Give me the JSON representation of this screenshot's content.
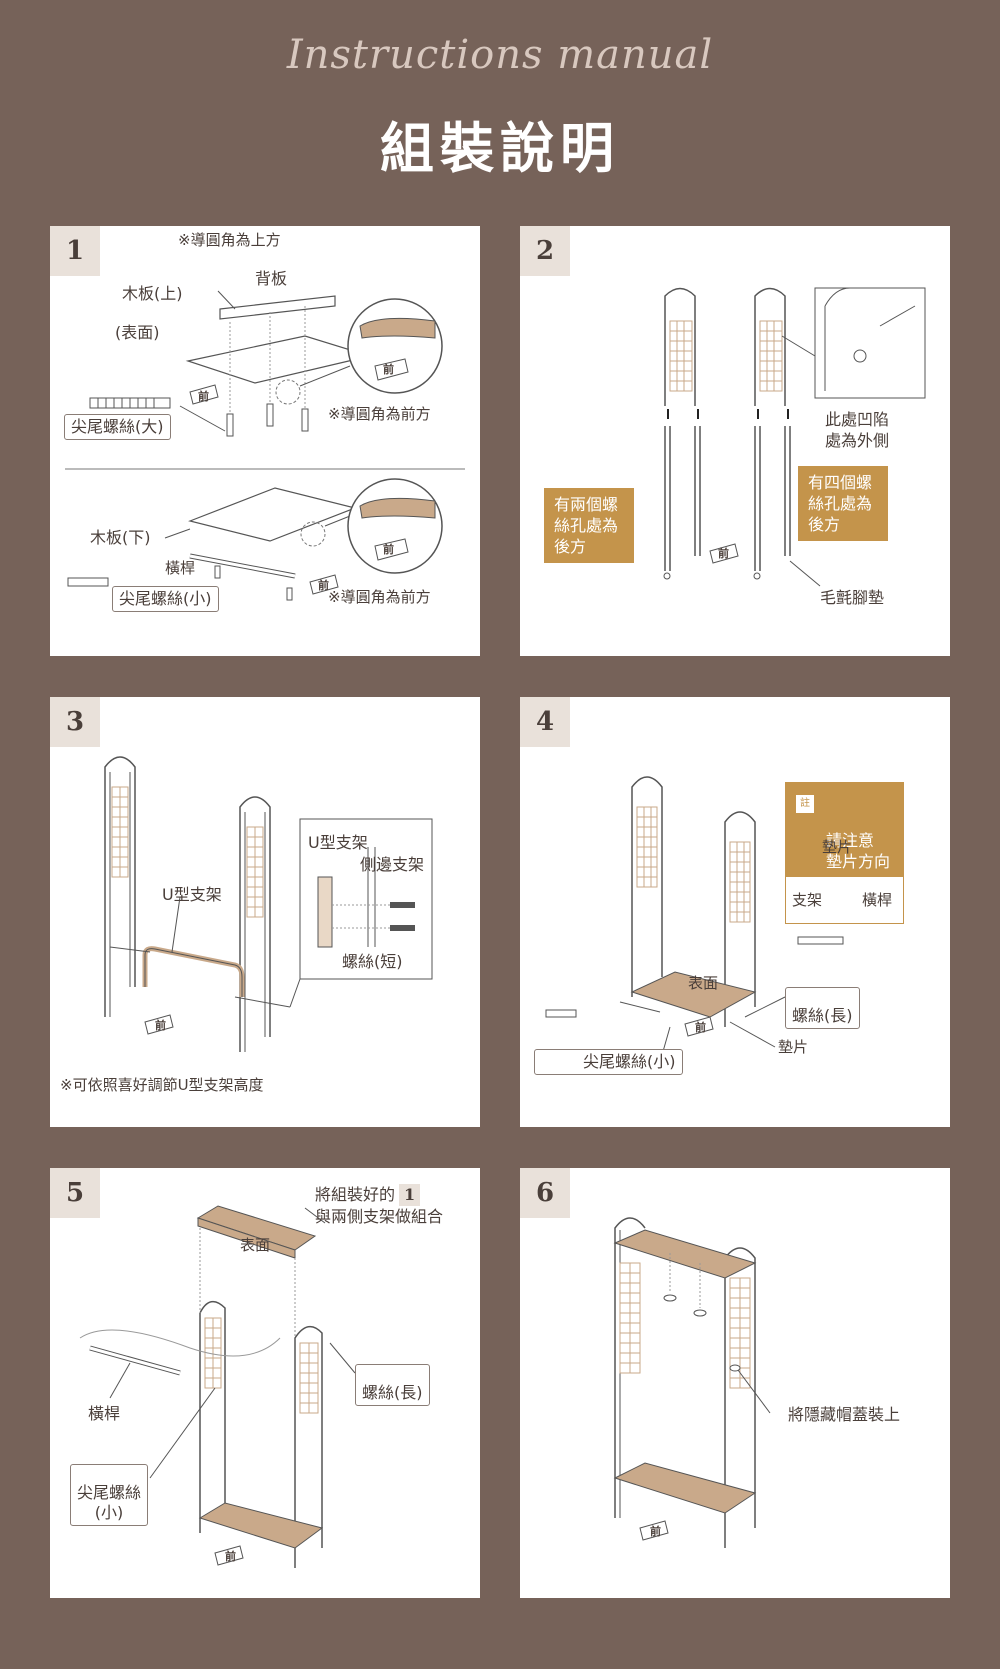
{
  "header": {
    "script_title": "Instructions manual",
    "title": "組裝說明"
  },
  "colors": {
    "background": "#766259",
    "panel": "#ffffff",
    "wood": "#c9a98a",
    "accent": "#c4944b",
    "number_bg": "#e9e1da"
  },
  "step1": {
    "number": "1",
    "note_top": "※導圓角為上方",
    "back_panel": "背板",
    "board_top": "木板(上)",
    "surface": "(表面)",
    "screw_large": "尖尾螺絲(大)",
    "front_note": "※導圓角為前方",
    "board_bottom": "木板(下)",
    "rail": "橫桿",
    "screw_small": "尖尾螺絲(小)",
    "front_note2": "※導圓角為前方",
    "front_tag": "前"
  },
  "step2": {
    "number": "2",
    "inset_note": "此處凹陷\n處為外側",
    "left_note": "有兩個螺\n絲孔處為\n後方",
    "right_note": "有四個螺\n絲孔處為\n後方",
    "felt_pad": "毛氈腳墊",
    "front_tag": "前"
  },
  "step3": {
    "number": "3",
    "u_bracket": "U型支架",
    "inset_u": "U型支架",
    "inset_side": "側邊支架",
    "inset_screw": "螺絲(短)",
    "footnote": "※可依照喜好調節U型支架高度",
    "front_tag": "前"
  },
  "step4": {
    "number": "4",
    "note_badge": "註",
    "note_title": "請注意\n墊片方向",
    "washer": "墊片",
    "bracket": "支架",
    "rail": "橫桿",
    "surface": "表面",
    "screw_long": "螺絲(長)",
    "screw_small": "尖尾螺絲(小)",
    "washer2": "墊片",
    "front_tag": "前"
  },
  "step5": {
    "number": "5",
    "instruction_prefix": "將組裝好的",
    "instruction_ref": "1",
    "instruction_suffix": "與兩側支架做組合",
    "surface": "表面",
    "screw_long": "螺絲(長)",
    "rail": "橫桿",
    "screw_small_line1": "尖尾螺絲",
    "screw_small_line2": "(小)",
    "front_tag": "前"
  },
  "step6": {
    "number": "6",
    "caps": "將隱藏帽蓋裝上",
    "front_tag": "前"
  }
}
